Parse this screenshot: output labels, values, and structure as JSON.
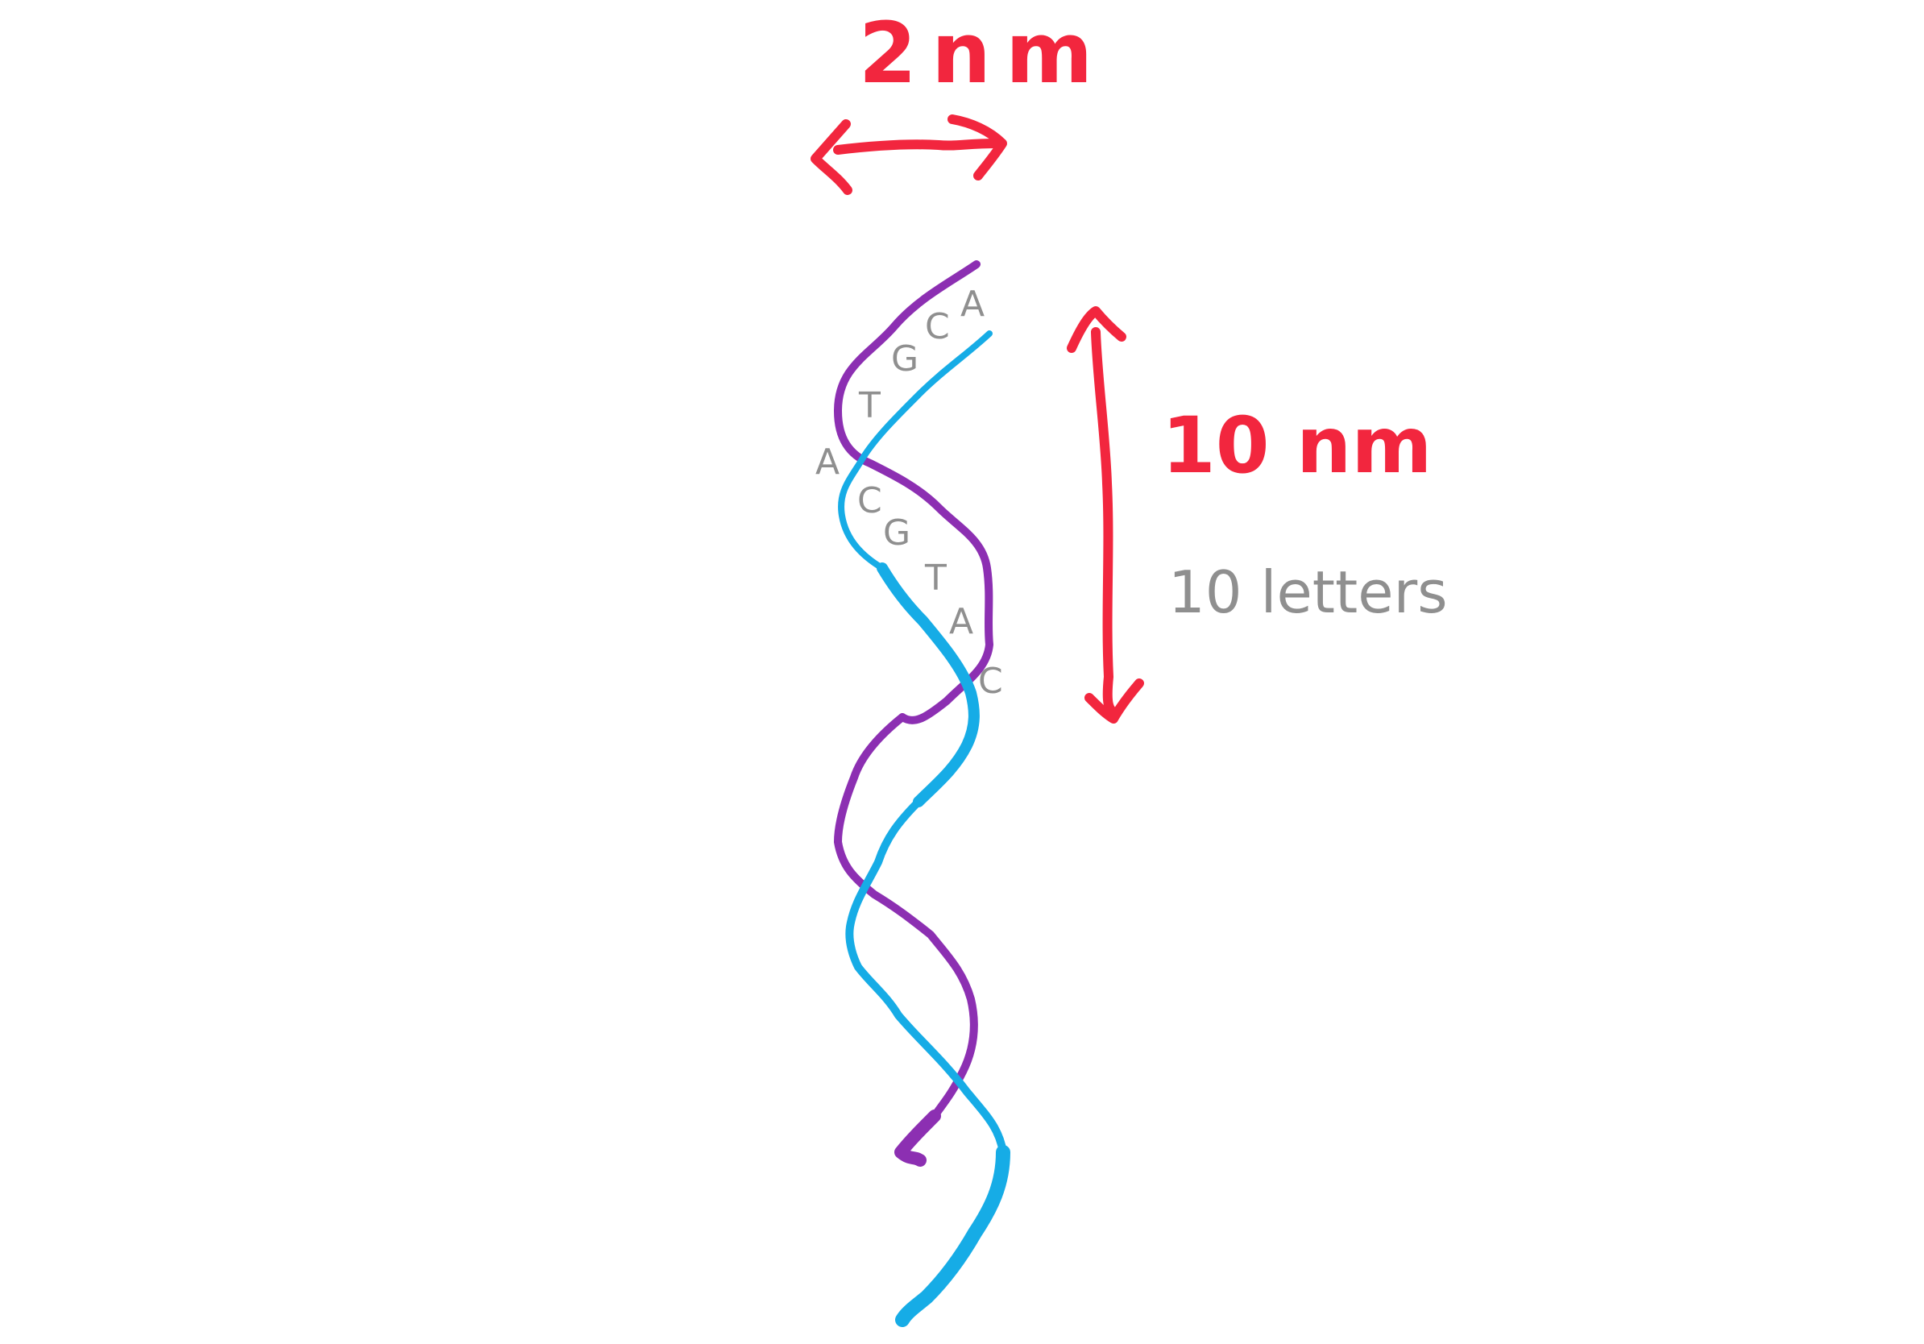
{
  "colors": {
    "background": "#ffffff",
    "annotation": "#f2263e",
    "base_letters": "#8f8f8f",
    "strand_a": "#8c2fb2",
    "strand_b": "#16ace6"
  },
  "width_label": "2nm",
  "height_label": "10 nm",
  "letters_label": "10 letters",
  "bases": [
    "A",
    "C",
    "G",
    "T",
    "A",
    "C",
    "G",
    "T",
    "A",
    "C"
  ],
  "icons": {
    "width_arrow": "double-headed-horizontal-arrow",
    "height_arrow": "double-headed-vertical-arrow"
  }
}
